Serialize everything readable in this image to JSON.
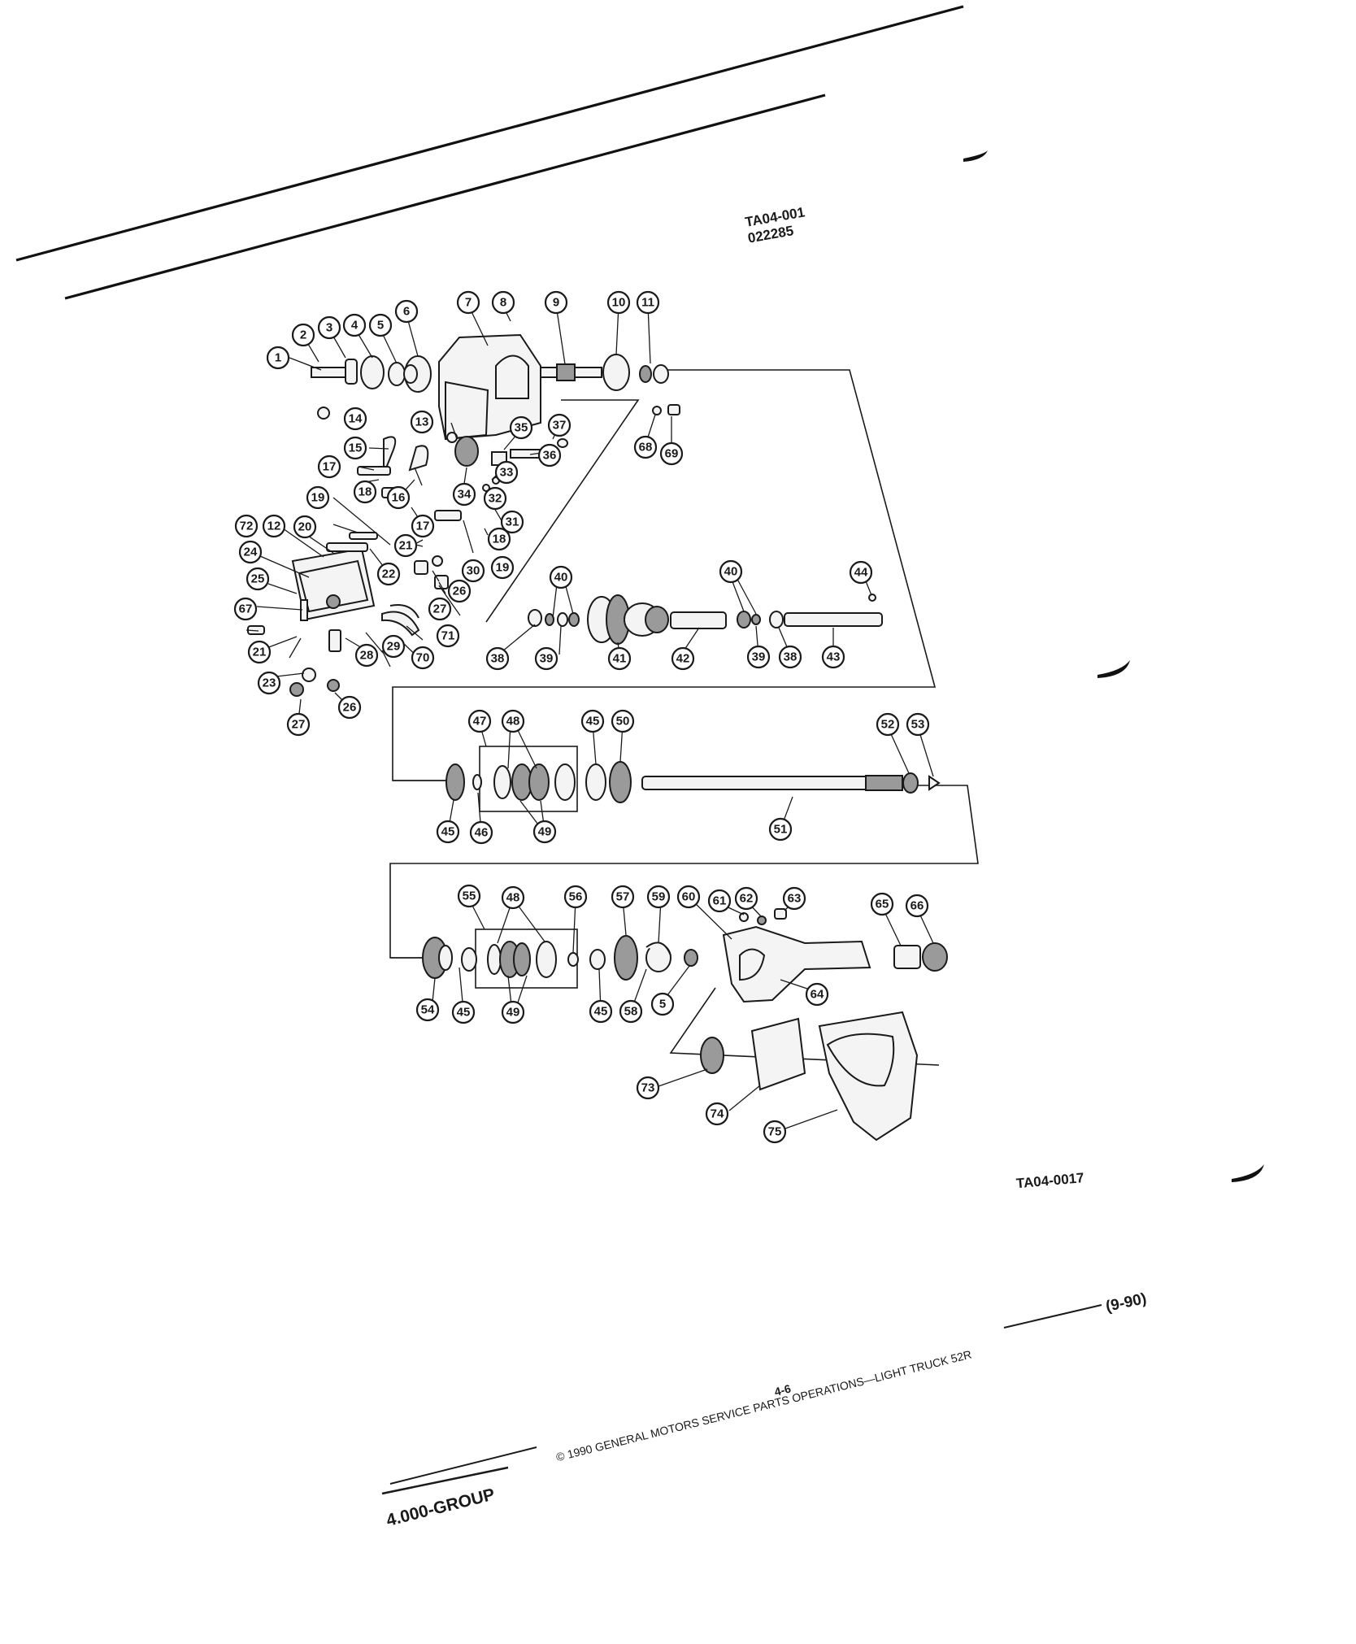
{
  "header_refs": {
    "figure_code": "TA04-001",
    "figure_date": "022285"
  },
  "figure_ref": "TA04-0017",
  "footer": {
    "copyright": "© 1990 GENERAL MOTORS SERVICE PARTS OPERATIONS—LIGHT TRUCK 52R",
    "page_number": "4-6",
    "date_code": "(9-90)",
    "group": "4.000-GROUP"
  },
  "callouts": [
    "1",
    "2",
    "3",
    "4",
    "5",
    "6",
    "7",
    "8",
    "9",
    "10",
    "11",
    "12",
    "13",
    "14",
    "15",
    "16",
    "17",
    "17",
    "18",
    "18",
    "19",
    "19",
    "20",
    "21",
    "21",
    "22",
    "23",
    "24",
    "25",
    "26",
    "26",
    "27",
    "27",
    "28",
    "29",
    "30",
    "31",
    "32",
    "33",
    "34",
    "35",
    "36",
    "37",
    "38",
    "38",
    "39",
    "39",
    "40",
    "40",
    "41",
    "42",
    "43",
    "44",
    "45",
    "45",
    "45",
    "45",
    "46",
    "47",
    "48",
    "48",
    "49",
    "49",
    "50",
    "51",
    "52",
    "53",
    "54",
    "55",
    "56",
    "57",
    "58",
    "5",
    "59",
    "60",
    "61",
    "62",
    "63",
    "64",
    "65",
    "66",
    "67",
    "68",
    "69",
    "70",
    "71",
    "72",
    "73",
    "74",
    "75"
  ]
}
